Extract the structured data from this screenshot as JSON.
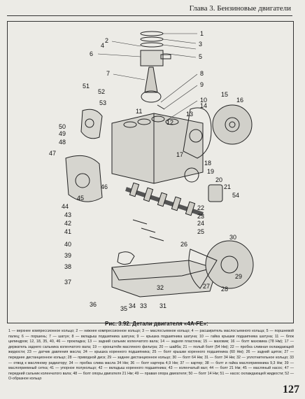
{
  "header": {
    "chapter": "Глава 3. Бензиновые двигатели"
  },
  "figure": {
    "caption": "Рис. 3.92. Детали двигателя «4A-FE»:",
    "callouts": [
      "1",
      "2",
      "3",
      "4",
      "5",
      "6",
      "7",
      "8",
      "9",
      "10",
      "11",
      "12",
      "13",
      "14",
      "15",
      "16",
      "17",
      "18",
      "19",
      "20",
      "21",
      "22",
      "23",
      "24",
      "25",
      "26",
      "27",
      "28",
      "29",
      "30",
      "31",
      "32",
      "33",
      "34",
      "35",
      "36",
      "37",
      "38",
      "39",
      "40",
      "41",
      "42",
      "43",
      "44",
      "45",
      "46",
      "47",
      "48",
      "49",
      "50",
      "51",
      "52",
      "53",
      "54"
    ]
  },
  "legend": {
    "text": "1 — верхнее компрессионное кольцо; 2 — нижнее компрессионное кольцо; 3 — маслосъемное кольцо; 4 — расширитель маслосъемного кольца; 5 — поршневой палец; 6 — поршень; 7 — шатун; 8 — вкладыш подшипника шатуна; 9 — крышка подшипника шатуна; 10 — гайка крышки подшипника шатуна; 11 — блок цилиндров; 12, 18, 35, 40, 46 — прокладка; 13 — задний сальник коленчатого вала; 14 — задняя пластина; 15 — маховик; 16 — болт маховика (78 Нм); 17 — держатель заднего сальника коленчатого вала; 19 — кронштейн масляного фильтра; 20 — шайба; 21 — полый болт (54 Нм); 22 — пробка сливная охлаждающей жидкости; 23 — датчик давления масла; 24 — крышка коренного подшипника; 25 — болт крышки коренного подшипника (60 Нм); 26 — задний щиток; 27 — переднее дистанционное кольцо; 28 — приводной диск; 29 — заднее дистанционное кольцо; 30 — болт 64 Нм; 31 — болт 34 Нм; 32 — уплотнительное кольцо; 33 — отвод к масляному радиатору; 34 — пробка слива масла 34 Нм; 36 — болт картера 4,9 Нм; 37 — картер; 38 — болт и гайка маслоприемника 9,3 Нм; 39 — маслоприемный сетка; 41 — упорное полукольцо; 42 — вкладыш коренного подшипника; 43 — коленчатый вал; 44 — болт 21 Нм; 45 — масляный насос; 47 — передний сальник коленчатого вала; 48 — болт опоры двигателя 21 Нм; 49 — правая опора двигателя; 50 — болт 14 Нм; 51 — насос охлаждающей жидкости; 52 — О-образное кольцо"
  },
  "page_number": "127"
}
